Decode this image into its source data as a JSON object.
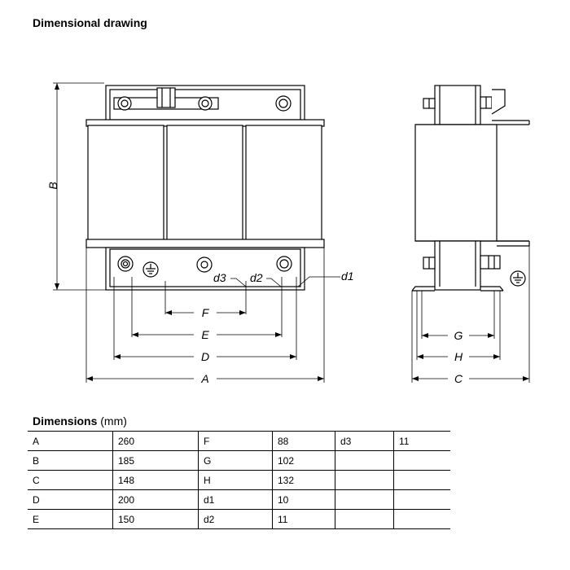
{
  "page": {
    "heading": "Dimensional drawing",
    "dimensions_label": "Dimensions",
    "dimensions_unit": "(mm)"
  },
  "drawing": {
    "labels": {
      "A": "A",
      "B": "B",
      "C": "C",
      "D": "D",
      "E": "E",
      "F": "F",
      "G": "G",
      "H": "H",
      "d1": "d1",
      "d2": "d2",
      "d3": "d3"
    }
  },
  "table": {
    "rows": [
      [
        "A",
        "260",
        "F",
        "88",
        "d3",
        "11"
      ],
      [
        "B",
        "185",
        "G",
        "102",
        "",
        ""
      ],
      [
        "C",
        "148",
        "H",
        "132",
        "",
        ""
      ],
      [
        "D",
        "200",
        "d1",
        "10",
        "",
        ""
      ],
      [
        "E",
        "150",
        "d2",
        "11",
        "",
        ""
      ]
    ]
  }
}
